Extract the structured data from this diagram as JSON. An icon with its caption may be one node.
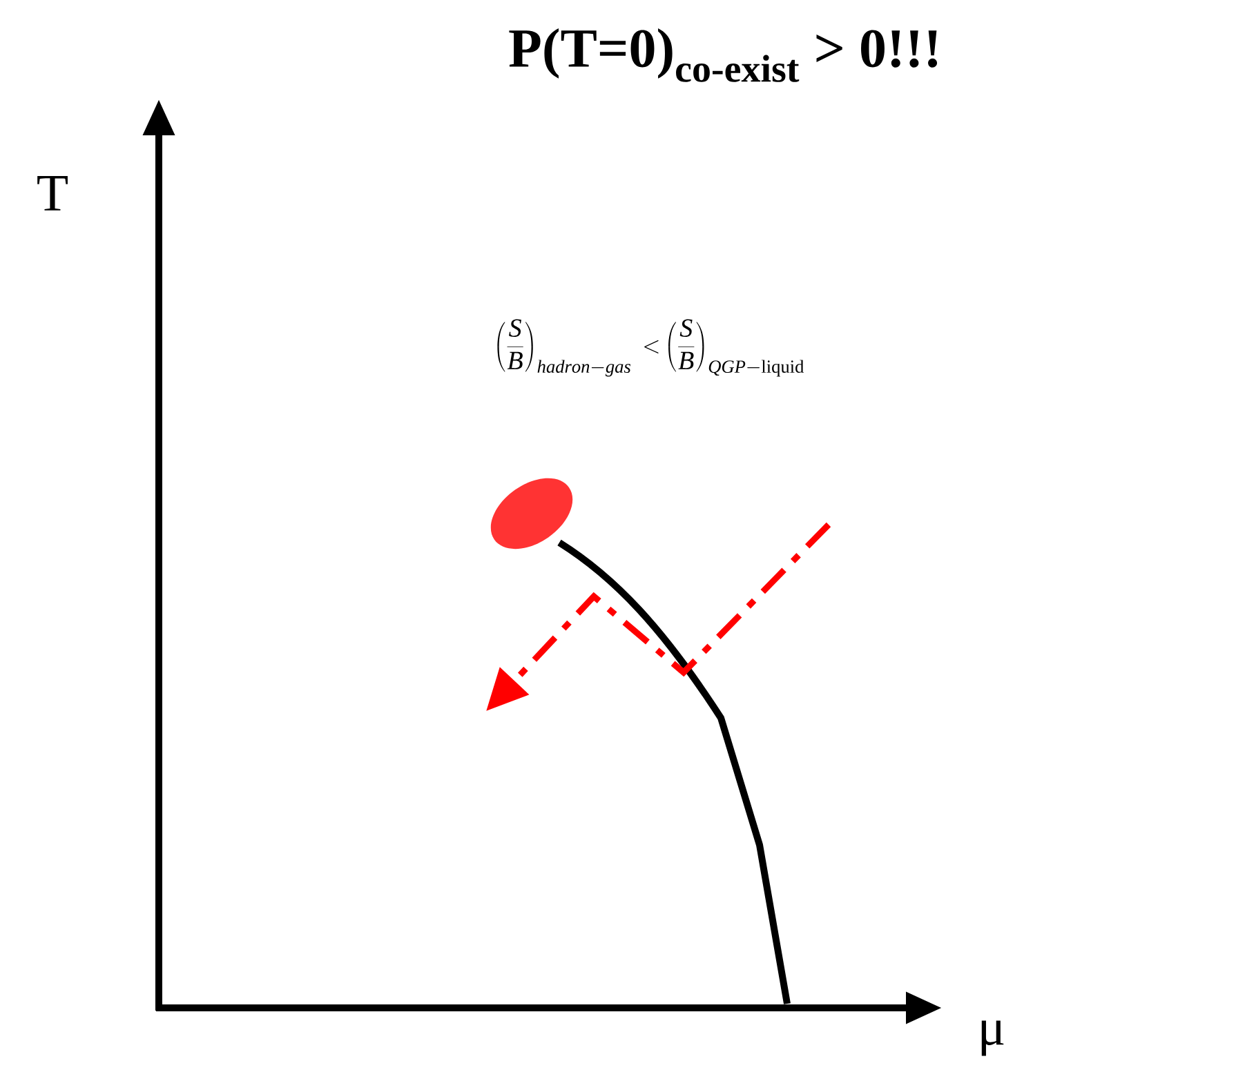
{
  "diagram": {
    "title": "P(T=0)$_{co-exist}$ > 0!!!",
    "labels": [
      "T",
      "μ",
      "\\left(\\frac{\\mathit{S}}{\\mathit{B}}\\right)_{\\mathit{hadron}-\\mathit{gas}}\\;\\mathbf{<}\\left(\\frac{\\mathit{S}}{\\mathit{B}}\\right)_{\\mathit{QGP}-\\mathrm{liquid}}"
    ]
  }
}
